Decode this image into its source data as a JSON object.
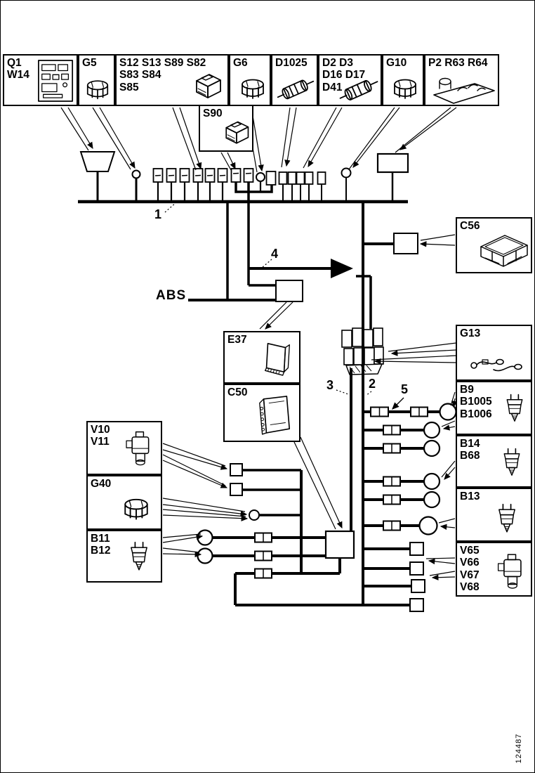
{
  "boxes": {
    "q1w14": {
      "l1": "Q1",
      "l2": "W14"
    },
    "g5": {
      "l1": "G5"
    },
    "s12": {
      "l1": "S12 S13 S89 S82",
      "l2": "S83 S84",
      "l3": "S85"
    },
    "g6": {
      "l1": "G6"
    },
    "d1025": {
      "l1": "D1025"
    },
    "d2": {
      "l1": "D2 D3",
      "l2": "D16 D17",
      "l3": "D41"
    },
    "g10": {
      "l1": "G10"
    },
    "p2": {
      "l1": "P2 R63 R64"
    },
    "s90": {
      "l1": "S90"
    },
    "c56": {
      "l1": "C56"
    },
    "g13": {
      "l1": "G13"
    },
    "b9": {
      "l1": "B9",
      "l2": "B1005",
      "l3": "B1006"
    },
    "b14": {
      "l1": "B14",
      "l2": "B68"
    },
    "b13": {
      "l1": "B13"
    },
    "v65": {
      "l1": "V65",
      "l2": "V66",
      "l3": "V67",
      "l4": "V68"
    },
    "v10": {
      "l1": "V10",
      "l2": "V11"
    },
    "g40": {
      "l1": "G40"
    },
    "b11": {
      "l1": "B11",
      "l2": "B12"
    },
    "e37": {
      "l1": "E37"
    },
    "c50": {
      "l1": "C50"
    }
  },
  "wire_labels": {
    "w1": "1",
    "w2": "2",
    "w3": "3",
    "w4": "4",
    "w5": "5",
    "abs": "ABS"
  },
  "footer": {
    "doc_number": "124487"
  },
  "icons": {
    "q1w14": "fuse-panel-icon",
    "g5": "round-connector-icon",
    "s12": "rocker-switch-icon",
    "g6": "round-connector-icon",
    "d1025": "inline-fuse-icon",
    "d2": "inline-fuse-icon",
    "g10": "round-connector-icon",
    "p2": "instrument-strip-icon",
    "s90": "rocker-switch-icon",
    "c56": "battery-tray-icon",
    "g13": "wire-terminals-icon",
    "b9": "sensor-plug-icon",
    "b14": "sensor-plug-icon",
    "b13": "sensor-plug-icon",
    "v65": "valve-icon",
    "v10": "valve-icon",
    "g40": "round-connector-icon",
    "b11": "sensor-plug-icon",
    "e37": "control-unit-icon",
    "c50": "control-unit-icon"
  }
}
